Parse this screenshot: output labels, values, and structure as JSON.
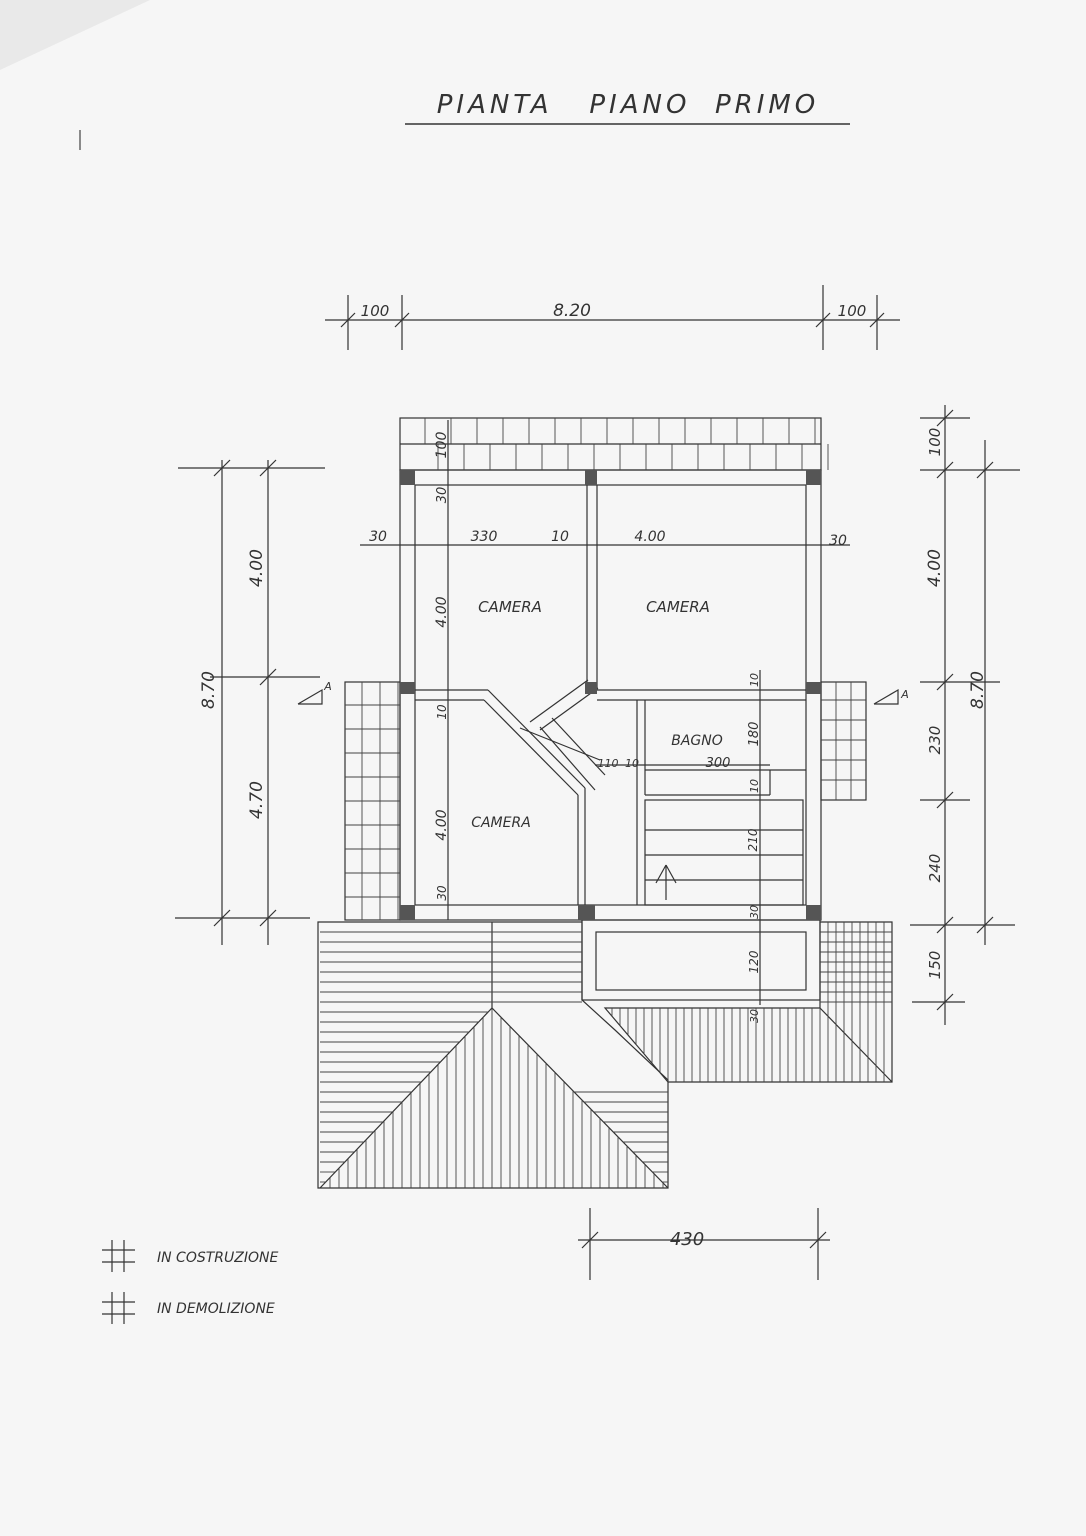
{
  "title": "PIANTA   PIANO  PRIMO",
  "rooms": {
    "camera_top_left": "CAMERA",
    "camera_top_right": "CAMERA",
    "camera_bottom": "CAMERA",
    "bagno": "BAGNO"
  },
  "dimensions": {
    "top_left_overhang": "100",
    "top_total": "8.20",
    "top_right_overhang": "100",
    "left_upper": "4.00",
    "left_total": "8.70",
    "left_lower": "4.70",
    "right_overhang": "100",
    "right_upper": "4.00",
    "right_total": "8.70",
    "right_230": "230",
    "right_240": "240",
    "right_150": "150",
    "inner_30_left": "30",
    "inner_330": "330",
    "inner_10": "10",
    "inner_400": "4.00",
    "inner_30_right": "30",
    "vert_100_top": "100",
    "vert_30_top": "30",
    "vert_400_upper": "4.00",
    "vert_10_mid": "10",
    "vert_400_lower": "4.00",
    "vert_30_bottom": "30",
    "bagno_10_top": "10",
    "bagno_180": "180",
    "bagno_110": "110",
    "bagno_10_left": "10",
    "bagno_300": "300",
    "bagno_10_right": "10",
    "stair_210": "210",
    "stair_30": "30",
    "stair_120": "120",
    "stair_30_bottom": "30",
    "bottom_430": "430",
    "section_mark_left": "A",
    "section_mark_right": "A"
  },
  "legend": {
    "in_costruzione": "IN COSTRUZIONE",
    "in_demolizione": "IN DEMOLIZIONE"
  }
}
